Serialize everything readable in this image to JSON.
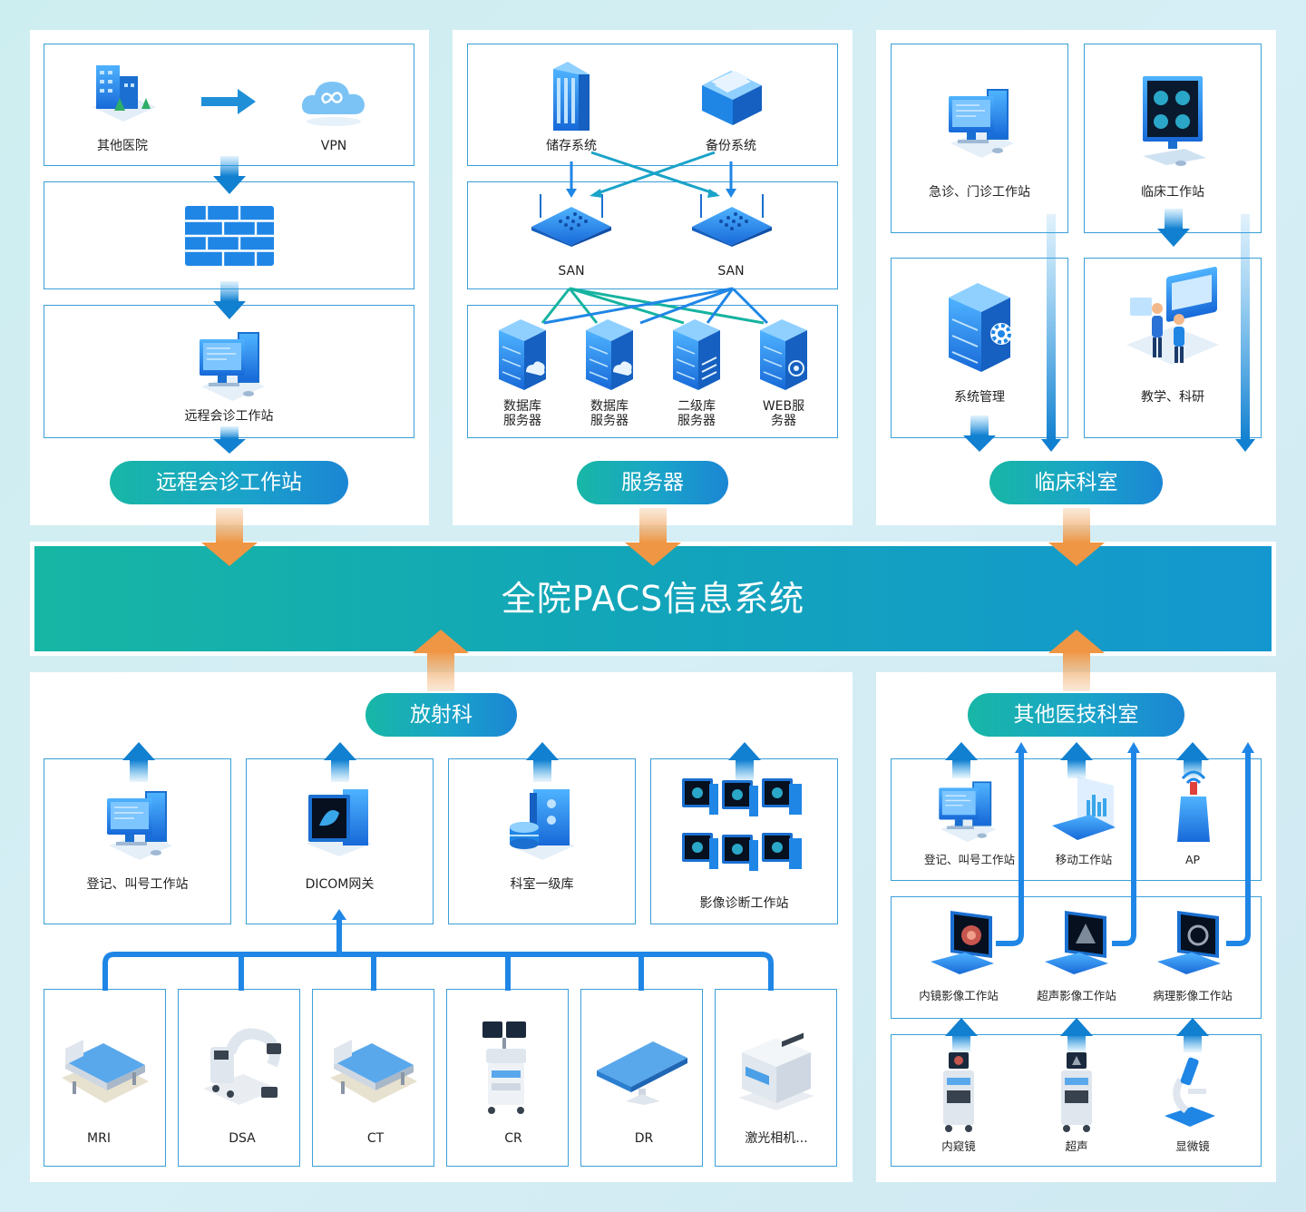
{
  "banner": {
    "title": "全院PACS信息系统"
  },
  "remote": {
    "pill": "远程会诊工作站",
    "other_hospital": "其他医院",
    "vpn": "VPN",
    "workstation": "远程会诊工作站"
  },
  "server": {
    "pill": "服务器",
    "storage": "储存系统",
    "backup": "备份系统",
    "san1": "SAN",
    "san2": "SAN",
    "db1": "数据库\n服务器",
    "db2": "数据库\n服务器",
    "db3": "二级库\n服务器",
    "db4": "WEB服\n务器"
  },
  "clinical": {
    "pill": "临床科室",
    "emergency": "急诊、门诊工作站",
    "clinic_ws": "临床工作站",
    "sys_mgmt": "系统管理",
    "teaching": "教学、科研"
  },
  "radiology": {
    "pill": "放射科",
    "register": "登记、叫号工作站",
    "dicom": "DICOM网关",
    "dept_db": "科室一级库",
    "diag": "影像诊断工作站",
    "devices": [
      "MRI",
      "DSA",
      "CT",
      "CR",
      "DR",
      "激光相机..."
    ]
  },
  "other_tech": {
    "pill": "其他医技科室",
    "register": "登记、叫号工作站",
    "mobile": "移动工作站",
    "ap": "AP",
    "endo_ws": "内镜影像工作站",
    "ultra_ws": "超声影像工作站",
    "patho_ws": "病理影像工作站",
    "endoscope": "内窥镜",
    "ultrasound": "超声",
    "microscope": "显微镜"
  },
  "colors": {
    "accent_teal": "#17b6a4",
    "accent_blue": "#1b86d4",
    "box_border": "#3a9fd9",
    "orange_arrow": "#f0a056"
  }
}
